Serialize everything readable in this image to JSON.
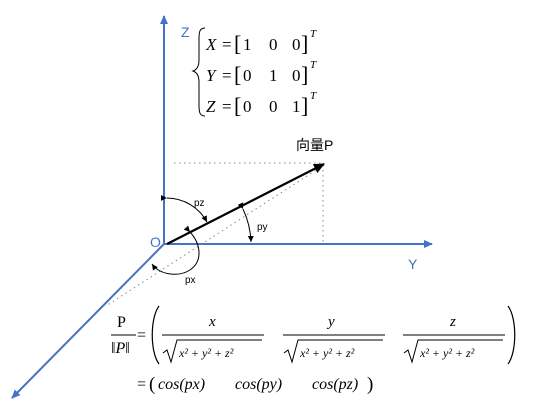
{
  "axes": {
    "z_label": "Z",
    "y_label": "Y",
    "origin_label": "O",
    "color": "#4472C4"
  },
  "vector": {
    "label": "向量P",
    "color": "#000000"
  },
  "angles": {
    "pz": "pz",
    "py": "py",
    "px": "px"
  },
  "basis": {
    "x_name": "X",
    "y_name": "Y",
    "z_name": "Z",
    "eq": "=",
    "x_vals": [
      "1",
      "0",
      "0"
    ],
    "y_vals": [
      "0",
      "1",
      "0"
    ],
    "z_vals": [
      "0",
      "0",
      "1"
    ],
    "transpose": "T"
  },
  "formula": {
    "lhs_num": "P",
    "lhs_den": "‖P‖",
    "eq": "=",
    "num_x": "x",
    "num_y": "y",
    "num_z": "z",
    "radicand": "x² + y² + z²",
    "eq2": "=",
    "cos_terms": [
      "cos(px)",
      "cos(py)",
      "cos(pz)"
    ]
  }
}
